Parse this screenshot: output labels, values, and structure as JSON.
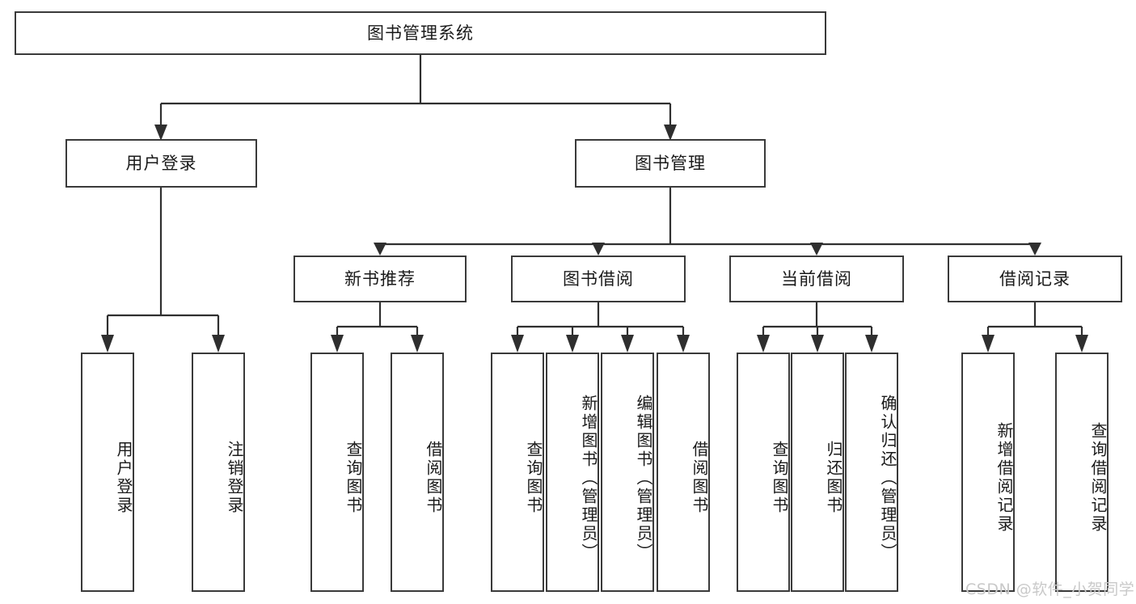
{
  "diagram": {
    "title": "图书管理系统",
    "type": "tree-structure-chart",
    "watermark": "CSDN @软件_小贺同学",
    "root": {
      "label": "图书管理系统"
    },
    "level2": [
      {
        "label": "用户登录"
      },
      {
        "label": "图书管理"
      }
    ],
    "level3": [
      {
        "label": "新书推荐"
      },
      {
        "label": "图书借阅"
      },
      {
        "label": "当前借阅"
      },
      {
        "label": "借阅记录"
      }
    ],
    "leaves": {
      "user_login": [
        {
          "label": "用户登录"
        },
        {
          "label": "注销登录"
        }
      ],
      "new_book": [
        {
          "label": "查询图书"
        },
        {
          "label": "借阅图书"
        }
      ],
      "book_borrow": [
        {
          "label": "查询图书"
        },
        {
          "label": "新增图书（管理员）"
        },
        {
          "label": "编辑图书（管理员）"
        },
        {
          "label": "借阅图书"
        }
      ],
      "current_borrow": [
        {
          "label": "查询图书"
        },
        {
          "label": "归还图书"
        },
        {
          "label": "确认归还（管理员）"
        }
      ],
      "borrow_record": [
        {
          "label": "新增借阅记录"
        },
        {
          "label": "查询借阅记录"
        }
      ]
    },
    "colors": {
      "border": "#3a3a3a",
      "line": "#2f2f2f",
      "text": "#1a1a1a",
      "background": "#ffffff",
      "watermark": "#c9c9c9"
    }
  }
}
